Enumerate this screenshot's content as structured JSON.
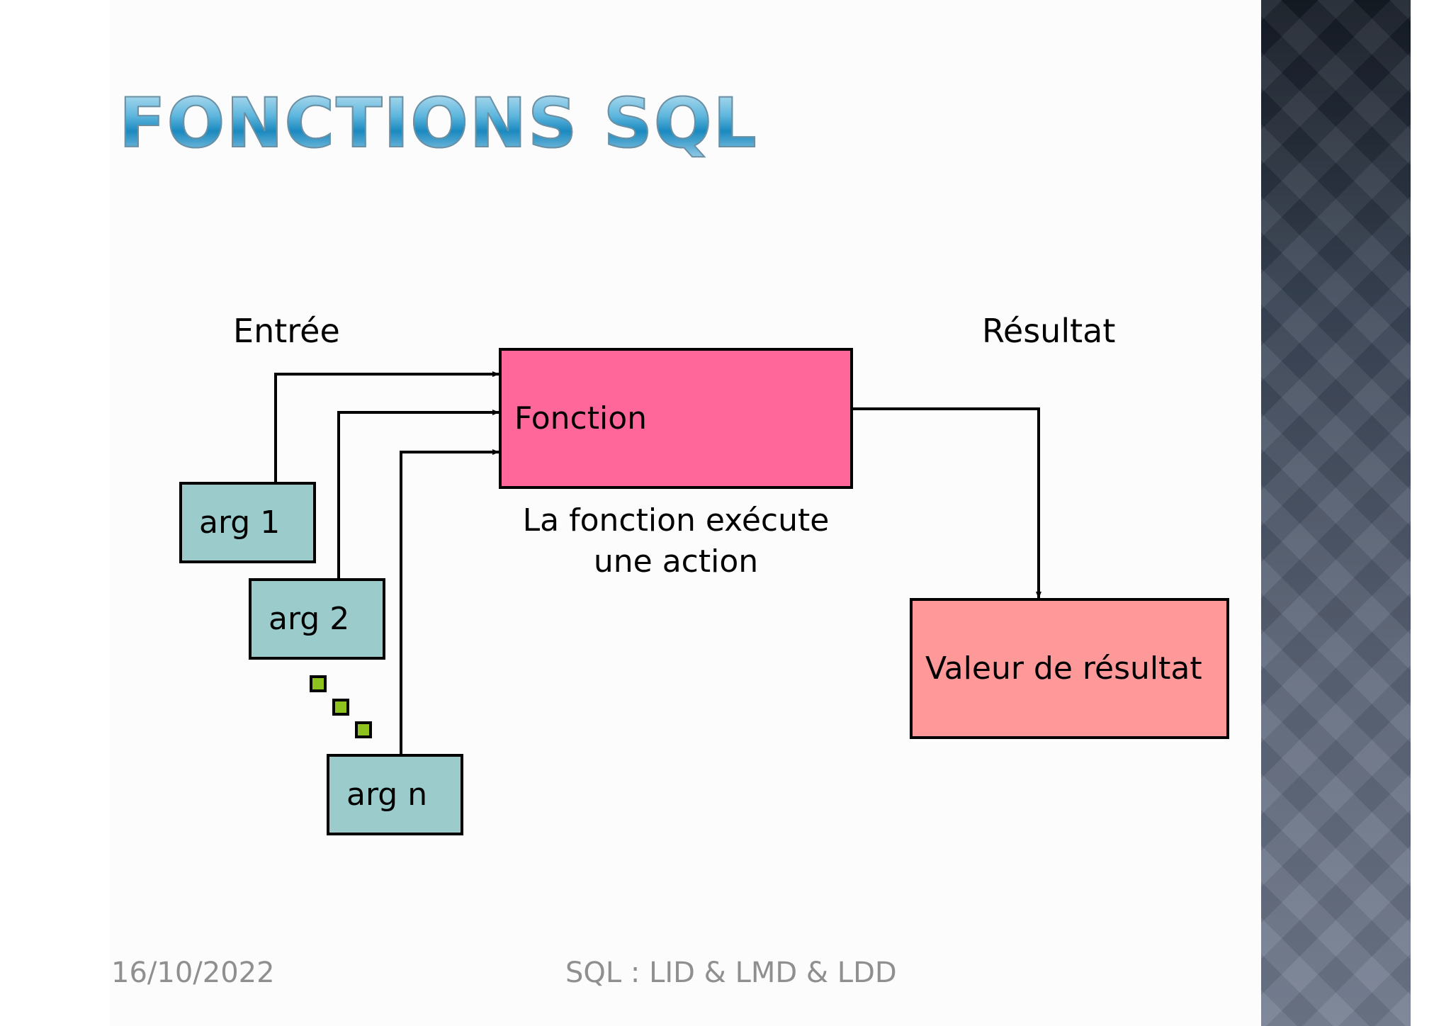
{
  "title": "FONCTIONS SQL",
  "diagram": {
    "input_label": "Entrée",
    "result_label": "Résultat",
    "function_label": "Fonction",
    "action_line1": "La fonction exécute",
    "action_line2": "une action",
    "args": [
      "arg 1",
      "arg 2",
      "arg n"
    ],
    "result_value": "Valeur de résultat",
    "colors": {
      "arg_box": "#9ccbcb",
      "function_box": "#ff6699",
      "result_box": "#ff9999",
      "ellipsis_dots": "#8dc21f"
    }
  },
  "footer": {
    "date": "16/10/2022",
    "subject": "SQL : LID & LMD & LDD"
  }
}
